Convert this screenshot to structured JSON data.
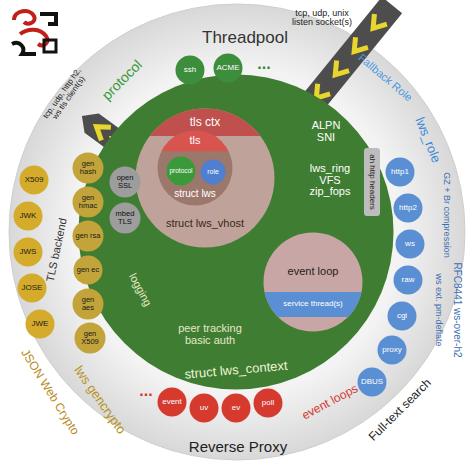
{
  "diagram": {
    "nodes": [
      {
        "text": [
          "struct lws_context"
        ]
      },
      {
        "text": [
          "tls ctx",
          "struct lws_vhost"
        ],
        "in": 0
      },
      {
        "text": [
          "tls",
          "struct lws"
        ],
        "in": 1
      },
      {
        "text": [
          "protocol"
        ],
        "in": 2
      },
      {
        "text": [
          "role"
        ],
        "in": 2
      },
      {
        "text": [
          "event loop",
          "service thread(s)"
        ],
        "in": 0
      },
      {
        "text": [
          "ssh"
        ]
      },
      {
        "text": [
          "ACME"
        ]
      },
      {
        "text": [
          "http1"
        ]
      },
      {
        "text": [
          "http2"
        ]
      },
      {
        "text": [
          "ws"
        ]
      },
      {
        "text": [
          "raw"
        ]
      },
      {
        "text": [
          "cgi"
        ]
      },
      {
        "text": [
          "proxy"
        ]
      },
      {
        "text": [
          "DBUS"
        ]
      },
      {
        "text": [
          "ah http headers"
        ]
      },
      {
        "text": [
          "event"
        ]
      },
      {
        "text": [
          "uv"
        ]
      },
      {
        "text": [
          "ev"
        ]
      },
      {
        "text": [
          "poll"
        ]
      },
      {
        "text": [
          "open SSL"
        ]
      },
      {
        "text": [
          "mbed TLS"
        ]
      },
      {
        "text": [
          "gen hash"
        ]
      },
      {
        "text": [
          "gen hmac"
        ]
      },
      {
        "text": [
          "gen rsa"
        ]
      },
      {
        "text": [
          "gen ec"
        ]
      },
      {
        "text": [
          "gen aes"
        ]
      },
      {
        "text": [
          "gen X509"
        ]
      },
      {
        "text": [
          "X509"
        ]
      },
      {
        "text": [
          "JWK"
        ]
      },
      {
        "text": [
          "JWS"
        ]
      },
      {
        "text": [
          "JOSE"
        ]
      },
      {
        "text": [
          "JWE"
        ]
      }
    ],
    "labels": [
      "Threadpool",
      "...",
      "tcp, udp, unix listen socket(s)",
      "Fallback Role",
      "lws_role",
      "GZ + Br compression",
      "RFC8441 ws-over-h2",
      "ws ext. pm-deflate",
      "Full-text search",
      "Reverse Proxy",
      "event loops",
      "...",
      "lws gencrypto",
      "TLS backend",
      "JSON Web Crypto",
      "tcp, udp, http h2, ws tls client(s)",
      "protocol",
      "ALPN SNI",
      "lws_ring VFS zip_fops",
      "peer tracking basic auth",
      "logging"
    ]
  }
}
